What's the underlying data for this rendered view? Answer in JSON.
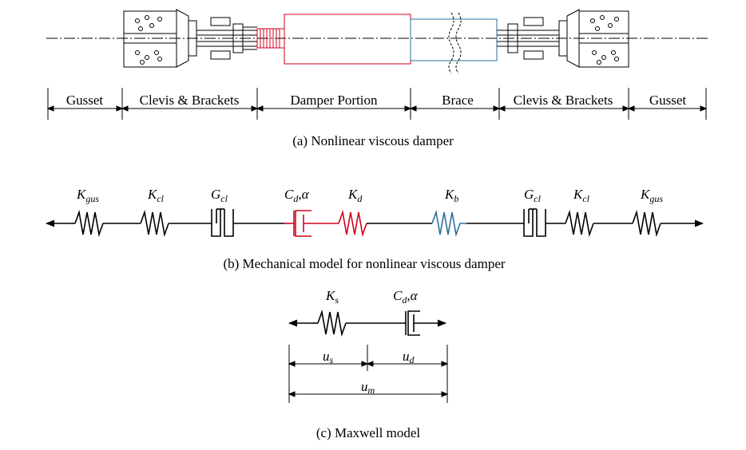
{
  "part_a": {
    "caption": "(a) Nonlinear viscous damper",
    "sections": [
      "Gusset",
      "Clevis & Brackets",
      "Damper Portion",
      "Brace",
      "Clevis & Brackets",
      "Gusset"
    ]
  },
  "part_b": {
    "caption": "(b) Mechanical model for nonlinear viscous damper",
    "labels": [
      {
        "main": "K",
        "sub": "gus"
      },
      {
        "main": "K",
        "sub": "cl"
      },
      {
        "main": "G",
        "sub": "cl"
      },
      {
        "main": "C",
        "sub": "d",
        "suffix": ",α"
      },
      {
        "main": "K",
        "sub": "d"
      },
      {
        "main": "K",
        "sub": "b"
      },
      {
        "main": "G",
        "sub": "cl"
      },
      {
        "main": "K",
        "sub": "cl"
      },
      {
        "main": "K",
        "sub": "gus"
      }
    ]
  },
  "part_c": {
    "caption": "(c) Maxwell model",
    "spring_label": {
      "main": "K",
      "sub": "s"
    },
    "damper_label": {
      "main": "C",
      "sub": "d",
      "suffix": ",α"
    },
    "dims": [
      {
        "main": "u",
        "sub": "s"
      },
      {
        "main": "u",
        "sub": "d"
      },
      {
        "main": "u",
        "sub": "m"
      }
    ]
  },
  "colors": {
    "line": "#000000",
    "damper": "#d0021b",
    "brace": "#2e6f9e"
  }
}
